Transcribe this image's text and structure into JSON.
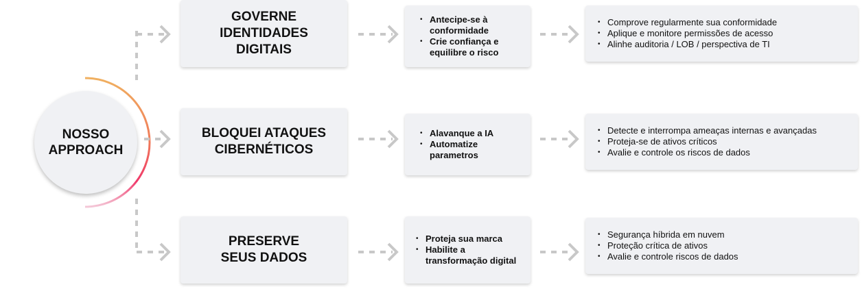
{
  "center": {
    "line1": "NOSSO",
    "line2": "APPROACH"
  },
  "rows": [
    {
      "title": [
        "GOVERNE",
        "IDENTIDADES",
        "DIGITAIS"
      ],
      "goals": [
        "Antecipe-se à conformidade",
        "Crie confiança e equilibre o risco"
      ],
      "actions": [
        "Comprove regularmente sua conformidade",
        "Aplique e monitore permissões de acesso",
        "Alinhe auditoria / LOB / perspectiva de TI"
      ]
    },
    {
      "title": [
        "BLOQUEI ATAQUES",
        "CIBERNÉTICOS"
      ],
      "goals": [
        "Alavanque a IA",
        "Automatize parametros"
      ],
      "actions": [
        "Detecte e interrompa ameaças internas e avançadas",
        "Proteja-se de ativos críticos",
        "Avalie e controle os riscos de dados"
      ]
    },
    {
      "title": [
        "PRESERVE",
        "SEUS DADOS"
      ],
      "goals": [
        "Proteja sua marca",
        "Habilite a transformação digital"
      ],
      "actions": [
        "Segurança híbrida em nuvem",
        "Proteção crítica de ativos",
        "Avalie e controle riscos de dados"
      ]
    }
  ],
  "colors": {
    "box": "#f0f1f4",
    "connector": "#c8c8c8",
    "arc_start": "#f0b060",
    "arc_mid": "#f0386a",
    "arc_end": "#f4c8d8"
  }
}
